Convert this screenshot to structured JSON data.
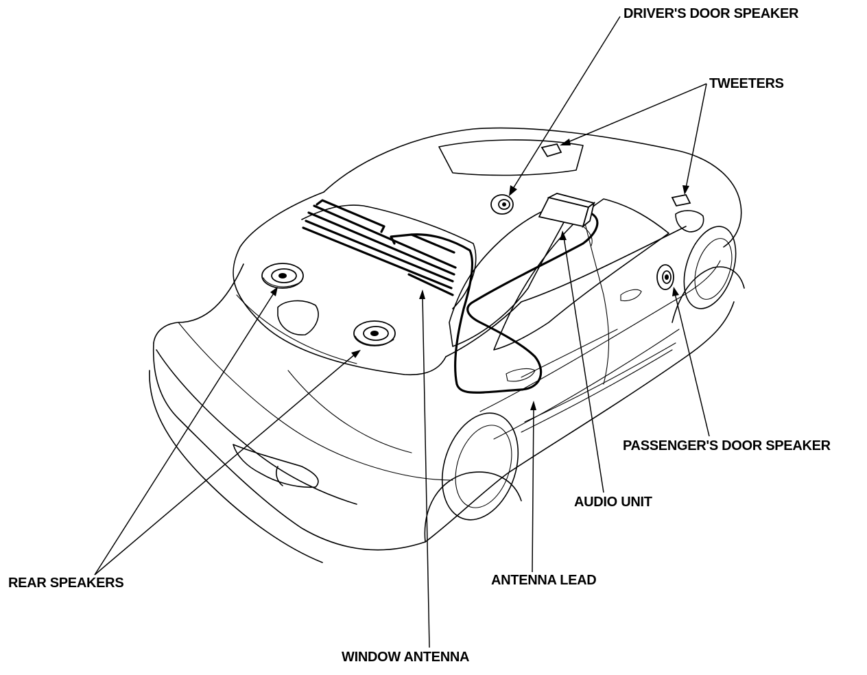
{
  "diagram": {
    "labels": {
      "drivers_door_speaker": "DRIVER'S DOOR SPEAKER",
      "tweeters": "TWEETERS",
      "passengers_door_speaker": "PASSENGER'S DOOR SPEAKER",
      "audio_unit": "AUDIO UNIT",
      "antenna_lead": "ANTENNA LEAD",
      "rear_speakers": "REAR SPEAKERS",
      "window_antenna": "WINDOW ANTENNA"
    },
    "colors": {
      "line": "#000000",
      "background": "#ffffff"
    }
  }
}
